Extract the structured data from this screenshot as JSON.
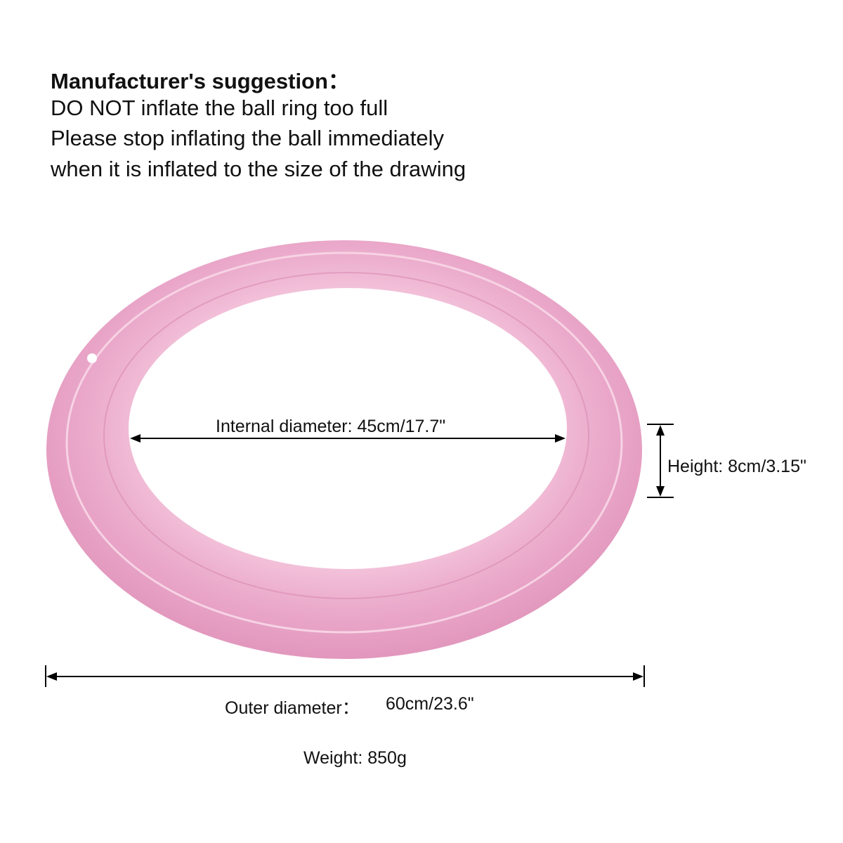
{
  "heading": "Manufacturer's suggestion：",
  "lines": [
    "DO NOT inflate the ball ring too full",
    "Please stop inflating the ball immediately",
    "when it is inflated to the size of the drawing"
  ],
  "dimensions": {
    "internal": "Internal diameter: 45cm/17.7\"",
    "height": "Height: 8cm/3.15\"",
    "outer_label": "Outer diameter：",
    "outer_value": "60cm/23.6\"",
    "weight": "Weight: 850g"
  },
  "colors": {
    "ring": "#e9a3c6",
    "ring_light": "#f5c9de",
    "ring_dark": "#d98ab2"
  }
}
